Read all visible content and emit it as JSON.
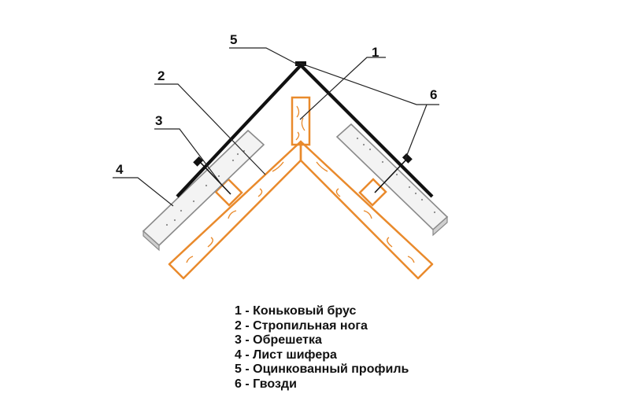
{
  "diagram": {
    "callouts": [
      "5",
      "1",
      "2",
      "6",
      "3",
      "4"
    ]
  },
  "legend": [
    "1 - Коньковый брус",
    "2 - Стропильная нога",
    "3 - Обрешетка",
    "4 - Лист шифера",
    "5 - Оцинкованный профиль",
    "6 - Гвозди"
  ],
  "colors": {
    "timber": "#e98a2c",
    "slate": "#9a9a9a",
    "profile": "#111111"
  }
}
